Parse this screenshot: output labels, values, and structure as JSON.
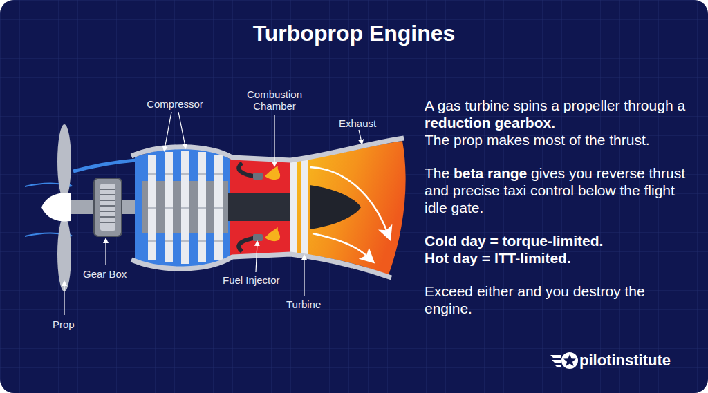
{
  "diagram": {
    "title": "Turboprop Engines",
    "labels": [
      "Compressor",
      "Combustion Chamber",
      "Exhaust",
      "Gear Box",
      "Prop",
      "Fuel Injector",
      "Turbine",
      "A gas turbine spins a propeller through a",
      "reduction gearbox.",
      "The prop makes most of the thrust.",
      "The",
      "beta range",
      "gives you reverse thrust and precise taxi control below the flight idle gate.",
      "Cold day = torque-limited.",
      "Hot day = ITT-limited.",
      "Exceed either and you destroy the engine.",
      "pilotinstitute"
    ]
  }
}
